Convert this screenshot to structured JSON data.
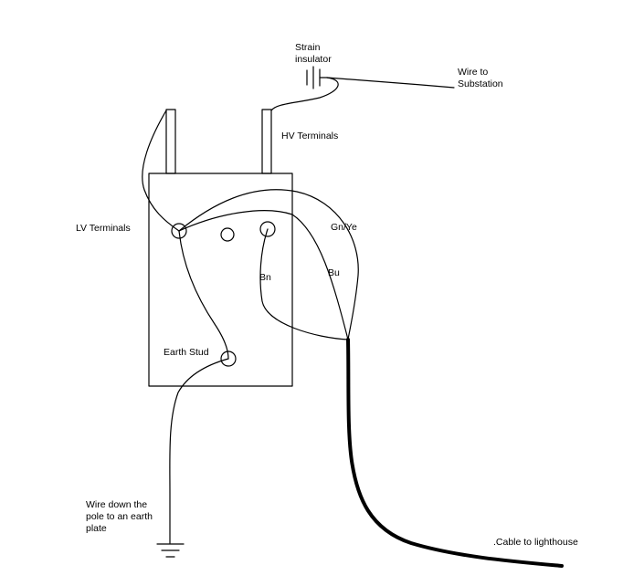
{
  "labels": {
    "strain_insulator": [
      "Strain",
      "insulator"
    ],
    "wire_to_substation": [
      "Wire to",
      "Substation"
    ],
    "hv_terminals": "HV Terminals",
    "lv_terminals": "LV Terminals",
    "gn_ye": "Gn/Ye",
    "bn": "Bn",
    "bu": "Bu",
    "earth_stud": "Earth Stud",
    "wire_down_pole": [
      "Wire down the",
      "pole to an earth",
      "plate"
    ],
    "cable_to_lighthouse": ".Cable to lighthouse"
  },
  "colors": {
    "line": "#000000",
    "background": "#ffffff"
  }
}
